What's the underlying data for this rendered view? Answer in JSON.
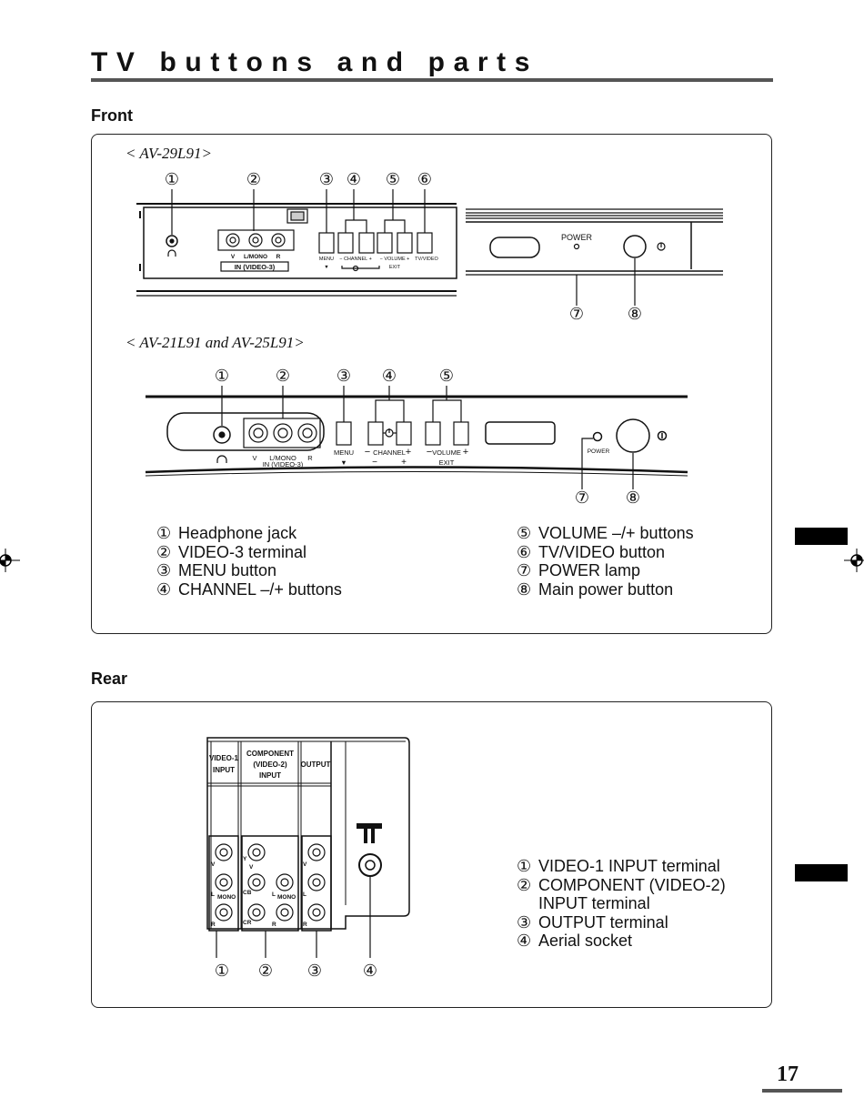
{
  "page": {
    "title": "TV buttons and parts",
    "page_number": "17"
  },
  "front": {
    "heading": "Front",
    "model_1": "< AV-29L91>",
    "model_2": "< AV-21L91 and AV-25L91>",
    "panel_labels_1": {
      "v": "V",
      "lmono": "L/MONO",
      "r": "R",
      "in": "IN (VIDEO-3)",
      "menu": "MENU",
      "channel": "−  CHANNEL  +",
      "volume": "−  VOLUME  +",
      "exit": "EXIT",
      "tvvideo": "TV/VIDEO",
      "power": "POWER"
    },
    "panel_labels_2": {
      "v": "V",
      "lmono": "L/MONO",
      "r": "R",
      "in": "IN (VIDEO-3)",
      "menu": "MENU",
      "channel": "CHANNEL",
      "volume": "VOLUME",
      "exit": "EXIT",
      "power": "POWER",
      "minus": "−",
      "plus": "+"
    },
    "callouts": [
      "①",
      "②",
      "③",
      "④",
      "⑤",
      "⑥",
      "⑦",
      "⑧"
    ],
    "legend_left": [
      {
        "num": "①",
        "text": "Headphone jack"
      },
      {
        "num": "②",
        "text": "VIDEO-3 terminal"
      },
      {
        "num": "③",
        "text": "MENU button"
      },
      {
        "num": "④",
        "text": "CHANNEL –/+ buttons"
      }
    ],
    "legend_right": [
      {
        "num": "⑤",
        "text": "VOLUME –/+ buttons"
      },
      {
        "num": "⑥",
        "text": "TV/VIDEO button"
      },
      {
        "num": "⑦",
        "text": "POWER lamp"
      },
      {
        "num": "⑧",
        "text": "Main power button"
      }
    ]
  },
  "rear": {
    "heading": "Rear",
    "panel_labels": {
      "video1": "VIDEO-1",
      "input": "INPUT",
      "component": "COMPONENT",
      "video2": "(VIDEO-2)",
      "input2": "INPUT",
      "output": "OUTPUT",
      "v": "V",
      "l": "L",
      "mono": "MONO",
      "r": "R",
      "y": "Y",
      "cb": "CB",
      "cr": "CR"
    },
    "callouts": [
      "①",
      "②",
      "③",
      "④"
    ],
    "legend": [
      {
        "num": "①",
        "text": "VIDEO-1 INPUT terminal"
      },
      {
        "num": "②",
        "text": "COMPONENT (VIDEO-2)"
      },
      {
        "num": "",
        "text": "INPUT terminal"
      },
      {
        "num": "③",
        "text": "OUTPUT terminal"
      },
      {
        "num": "④",
        "text": "Aerial socket"
      }
    ]
  }
}
